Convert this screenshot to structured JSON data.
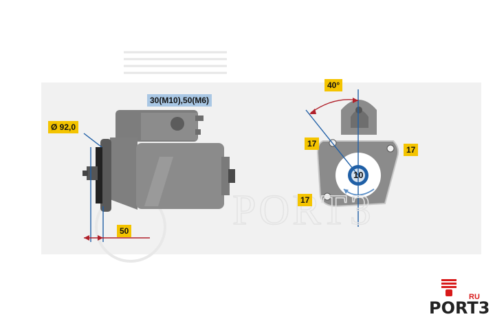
{
  "labels": {
    "terminal": "30(M10),50(M6)",
    "diameter": "Ø 92,0",
    "offset": "50",
    "angle": "40°",
    "bolt_top_left": "17",
    "bolt_right": "17",
    "bolt_bottom_left": "17",
    "teeth": "10"
  },
  "watermark": {
    "text": "PORT3"
  },
  "logo": {
    "text": "PORT3",
    "suffix": "RU"
  },
  "colors": {
    "label_yellow": "#f4c400",
    "label_blue": "#a9c7e4",
    "body_gray": "#8b8b8b",
    "dim_blue": "#1f5fa6",
    "dim_red": "#b0202a",
    "logo_red": "#d81a1a"
  }
}
